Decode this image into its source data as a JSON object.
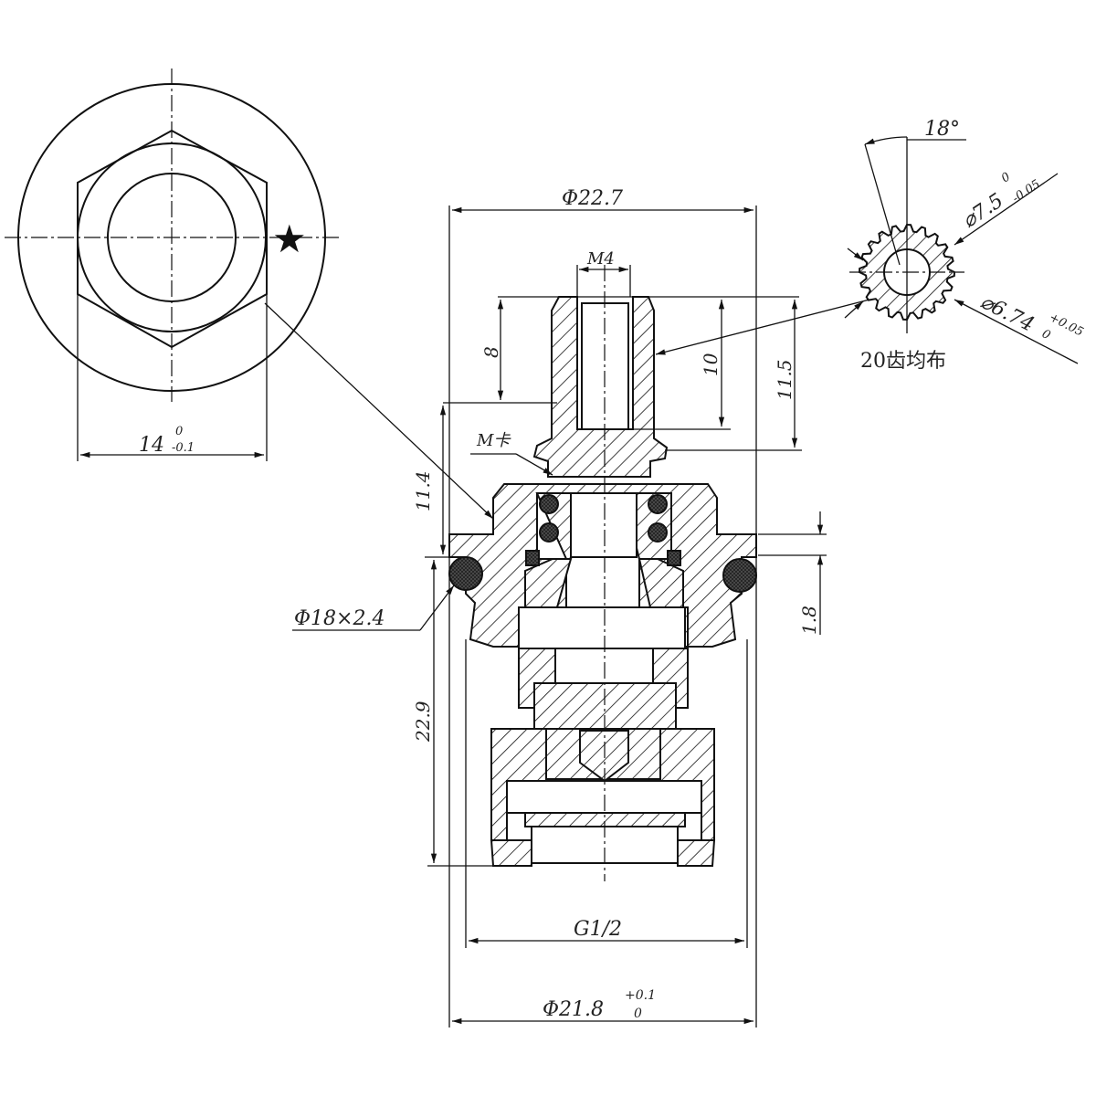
{
  "drawing": {
    "end_view": {
      "width_dim": "14",
      "width_tol_upper": "0",
      "width_tol_lower": "-0.1",
      "mark": "★"
    },
    "section_view": {
      "outer_dia": "Φ22.7",
      "thread_stem": "M4",
      "depth_8": "8",
      "depth_10": "10",
      "depth_11_5": "11.5",
      "clip_label": "M卡",
      "height_11_4": "11.4",
      "oring": "Φ18×2.4",
      "gap_1_8": "1.8",
      "height_22_9": "22.9",
      "thread_base": "G1/2",
      "base_dia": "Φ21.8",
      "base_tol_upper": "+0.1",
      "base_tol_lower": "0"
    },
    "spline_view": {
      "angle": "18°",
      "outer_dia": "⌀7.5",
      "outer_tol_upper": "0",
      "outer_tol_lower": "-0.05",
      "root_dia": "⌀6.74",
      "root_tol_upper": "+0.05",
      "root_tol_lower": "0",
      "teeth_note": "20齿均布"
    }
  }
}
